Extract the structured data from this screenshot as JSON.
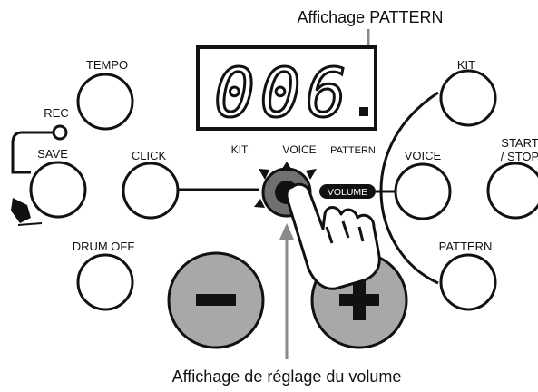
{
  "annotations": {
    "pattern_display": "Affichage PATTERN",
    "volume_display": "Affichage de réglage du volume"
  },
  "display": {
    "digits": "006",
    "indicators": {
      "kit": "KIT",
      "voice": "VOICE",
      "pattern": "PATTERN"
    }
  },
  "buttons": {
    "tempo": "TEMPO",
    "rec": "REC",
    "save": "SAVE",
    "click": "CLICK",
    "drum_off": "DRUM OFF",
    "kit": "KIT",
    "voice": "VOICE",
    "start_stop_line1": "START",
    "start_stop_line2": "/ STOP",
    "pattern": "PATTERN",
    "minus": "−",
    "plus": "+"
  },
  "knob": {
    "label": "VOLUME"
  },
  "colors": {
    "outline": "#111111",
    "button_fill": "#ffffff",
    "large_button_fill": "#a8a8a8",
    "arrow": "#8a8a8a",
    "knob_fill": "#707070"
  }
}
